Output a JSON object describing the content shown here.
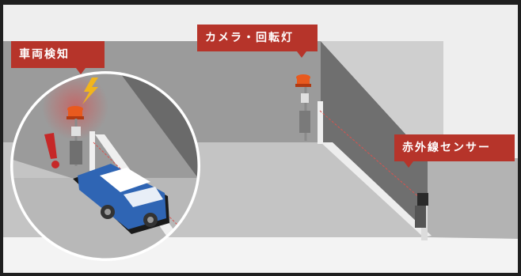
{
  "callouts": {
    "vehicle_detection": "車両検知",
    "camera_beacon": "カメラ・回転灯",
    "infrared_sensor": "赤外線センサー"
  },
  "colors": {
    "callout_bg": "#b6342a",
    "car_body": "#2f65b4",
    "beacon": "#e85a1e",
    "alert": "#c62828",
    "sensor_beam": "#d9534f"
  },
  "icons": [
    "lightning-icon",
    "exclamation-icon"
  ]
}
